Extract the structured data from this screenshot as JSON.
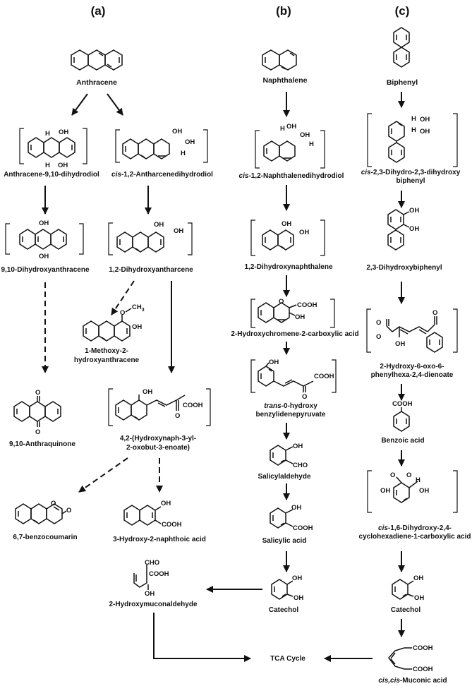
{
  "columns": {
    "a": "(a)",
    "b": "(b)",
    "c": "(c)"
  },
  "labels": {
    "anthracene": "Anthracene",
    "anthracene_diol": "Anthracene-9,10-dihydrodiol",
    "cis_prefix_a": "cis",
    "cis_anthracene_diol": "-1,2-Antharcenedihydrodiol",
    "dihydroxyanthracene_910": "9,10-Dihydroxyanthracene",
    "dihydroxyantharcene_12": "1,2-Dihydroxyantharcene",
    "methoxy_1": "1-Methoxy-2-",
    "methoxy_2": "hydroxyanthracene",
    "anthraquinone": "9,10-Anthraquinone",
    "enoate_1": "4,2-(Hydroxynaph-3-yl-",
    "enoate_2": "2-oxobut-3-enoate)",
    "benzocoumarin": "6,7-benzocoumarin",
    "naphthoic_acid": "3-Hydroxy-2-naphthoic acid",
    "naphthalene": "Naphthalene",
    "cis_prefix_b": "cis",
    "cis_naphthalene_diol": "-1,2-Naphthalenedihydrodiol",
    "dihydroxynaphthalene": "1,2-Dihydroxynaphthalene",
    "chromene": "2-Hydroxychromene-2-carboxylic acid",
    "trans_prefix": "trans",
    "trans_1": "-0-hydroxy",
    "trans_2": "benzylidenepyruvate",
    "salicylaldehyde": "Salicylaldehyde",
    "salicylic_acid": "Salicylic acid",
    "catechol_b": "Catechol",
    "hydroxymuconaldehyde": "2-Hydroxymuconaldehyde",
    "tca": "TCA Cycle",
    "biphenyl": "Biphenyl",
    "cis_prefix_c": "cis",
    "cis_biphenyl_1": "-2,3-Dihydro-2,3-dihydroxy",
    "cis_biphenyl_2": "biphenyl",
    "dihydroxybiphenyl": "2,3-Dihydroxybiphenyl",
    "hopda_1": "2-Hydroxy-6-oxo-6-",
    "hopda_2": "phenylhexa-2,4-dienoate",
    "benzoic_acid": "Benzoic acid",
    "cis_prefix_c2": "cis",
    "dihydroxycyclo_1": "-1,6-Dihydroxy-2,4-",
    "dihydroxycyclo_2": "cyclohexadiene-1-carboxylic acid",
    "catechol_c": "Catechol",
    "muconic_prefix": "cis,cis",
    "muconic": "-Muconic acid"
  },
  "atoms": {
    "oh": "OH",
    "h": "H",
    "o": "O",
    "cooh": "COOH",
    "cho": "CHO",
    "ch3": "CH",
    "three": "3"
  }
}
